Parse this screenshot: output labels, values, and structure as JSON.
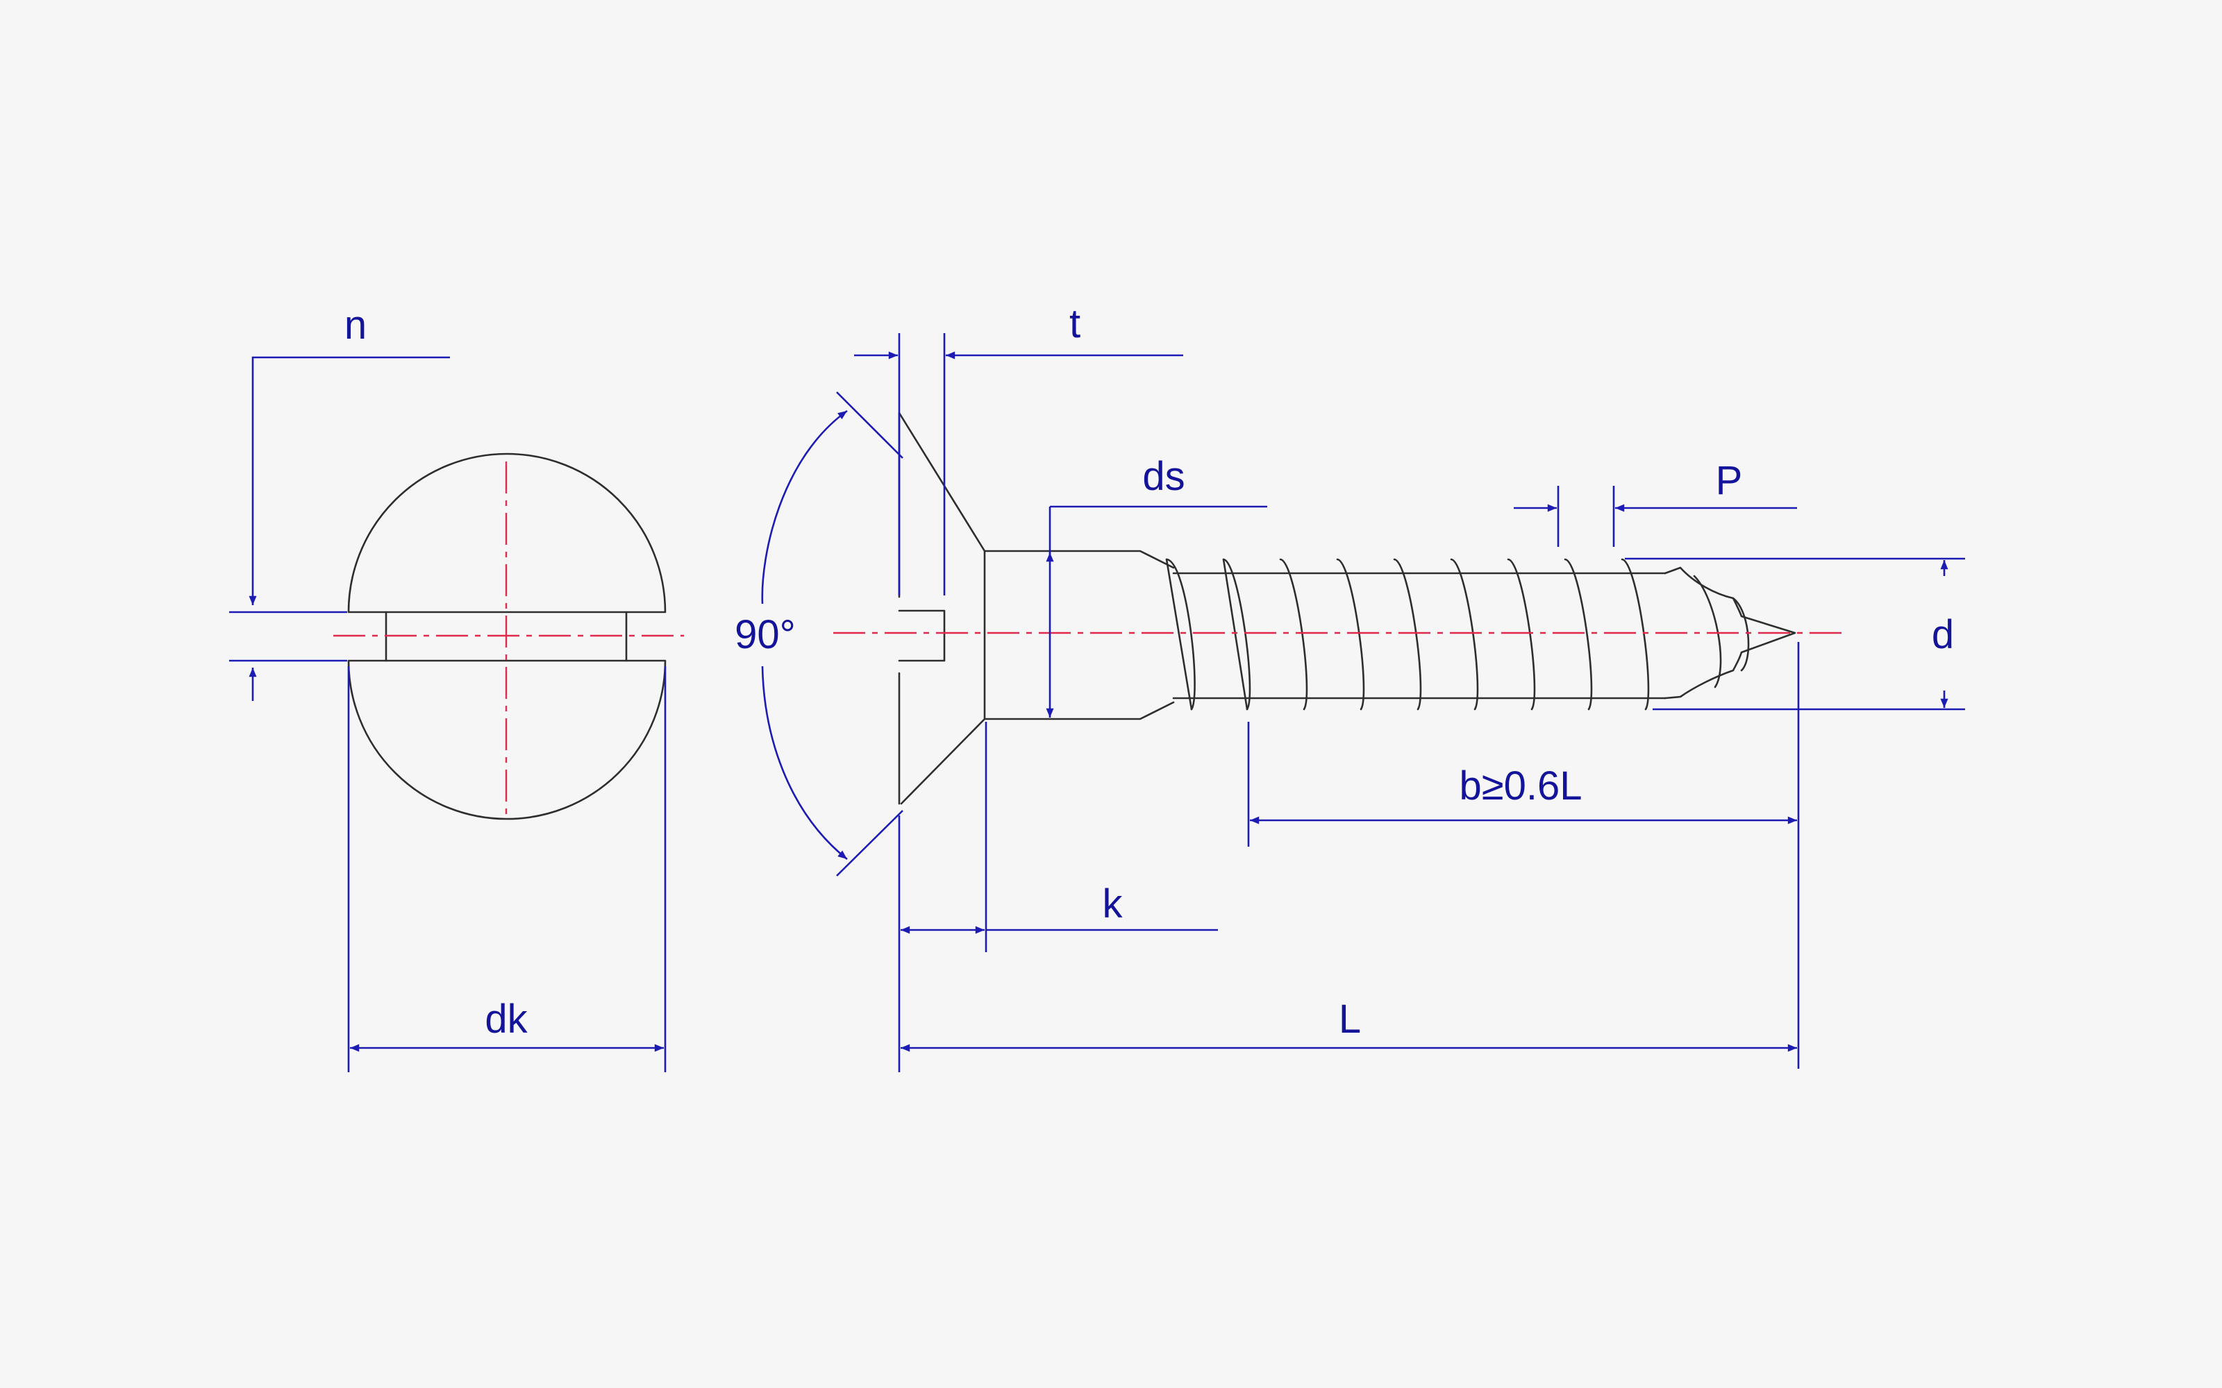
{
  "labels": {
    "n": "n",
    "t": "t",
    "ds": "ds",
    "p": "P",
    "angle": "90°",
    "d": "d",
    "b": "b≥0.6L",
    "k": "k",
    "dk": "dk",
    "l": "L"
  },
  "colors": {
    "background": "#f6f6f6",
    "outline": "#2e2e2e",
    "dimension": "#1c1cb4",
    "centerline": "#e0294d"
  }
}
